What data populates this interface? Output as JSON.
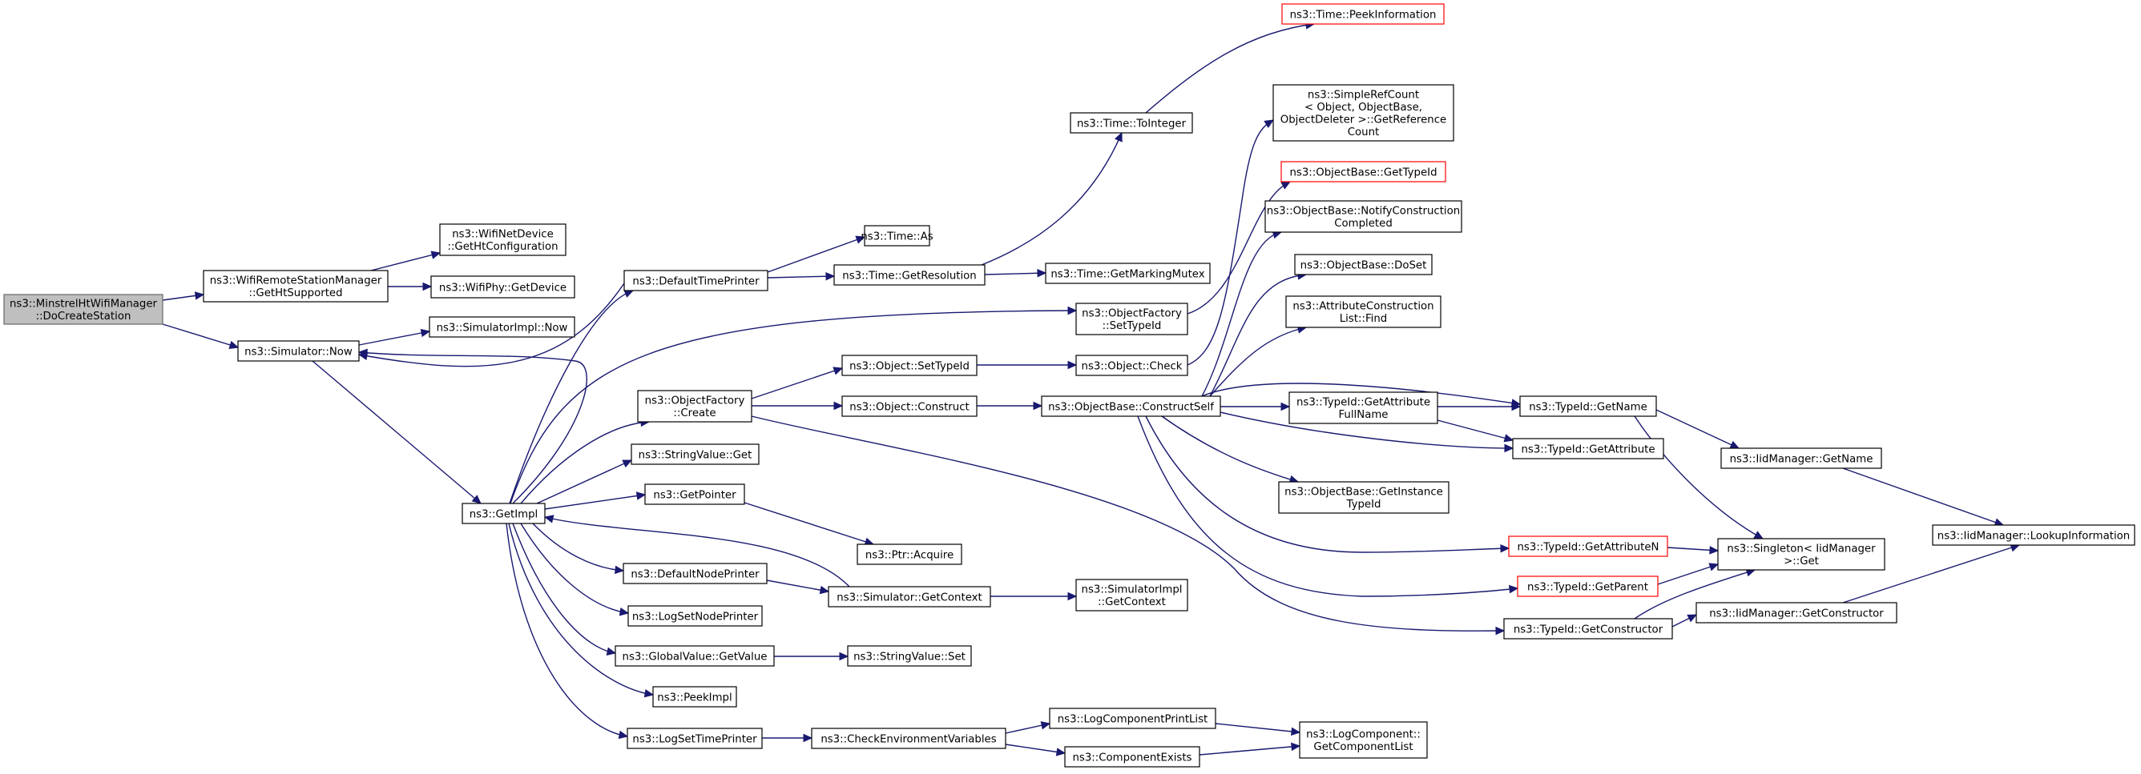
{
  "graph": {
    "nodes": [
      {
        "id": "root",
        "lines": [
          "ns3::MinstrelHtWifiManager",
          "::DoCreateStation"
        ],
        "style": "root"
      },
      {
        "id": "getHtSupported",
        "lines": [
          "ns3::WifiRemoteStationManager",
          "::GetHtSupported"
        ]
      },
      {
        "id": "getHtConfig",
        "lines": [
          "ns3::WifiNetDevice",
          "::GetHtConfiguration"
        ]
      },
      {
        "id": "phyGetDevice",
        "lines": [
          "ns3::WifiPhy::GetDevice"
        ]
      },
      {
        "id": "simNow",
        "lines": [
          "ns3::Simulator::Now"
        ]
      },
      {
        "id": "simImplNow",
        "lines": [
          "ns3::SimulatorImpl::Now"
        ]
      },
      {
        "id": "getImpl",
        "lines": [
          "ns3::GetImpl"
        ]
      },
      {
        "id": "defaultTimePrinter",
        "lines": [
          "ns3::DefaultTimePrinter"
        ]
      },
      {
        "id": "timeAs",
        "lines": [
          "ns3::Time::As"
        ]
      },
      {
        "id": "timeGetResolution",
        "lines": [
          "ns3::Time::GetResolution"
        ]
      },
      {
        "id": "timeGetMarkingMutex",
        "lines": [
          "ns3::Time::GetMarkingMutex"
        ]
      },
      {
        "id": "timeToInteger",
        "lines": [
          "ns3::Time::ToInteger"
        ]
      },
      {
        "id": "timePeekInformation",
        "lines": [
          "ns3::Time::PeekInformation"
        ],
        "style": "trunc"
      },
      {
        "id": "objFactorySetTypeId",
        "lines": [
          "ns3::ObjectFactory",
          "::SetTypeId"
        ]
      },
      {
        "id": "objFactoryCreate",
        "lines": [
          "ns3::ObjectFactory",
          "::Create"
        ]
      },
      {
        "id": "objectSetTypeId",
        "lines": [
          "ns3::Object::SetTypeId"
        ]
      },
      {
        "id": "objectCheck",
        "lines": [
          "ns3::Object::Check"
        ]
      },
      {
        "id": "objectConstruct",
        "lines": [
          "ns3::Object::Construct"
        ]
      },
      {
        "id": "constructSelf",
        "lines": [
          "ns3::ObjectBase::ConstructSelf"
        ]
      },
      {
        "id": "simpleRefCount",
        "lines": [
          "ns3::SimpleRefCount",
          "< Object, ObjectBase,",
          "ObjectDeleter >::GetReference",
          "Count"
        ]
      },
      {
        "id": "objBaseGetTypeId",
        "lines": [
          "ns3::ObjectBase::GetTypeId"
        ],
        "style": "trunc"
      },
      {
        "id": "notifyConstruction",
        "lines": [
          "ns3::ObjectBase::NotifyConstruction",
          "Completed"
        ]
      },
      {
        "id": "objBaseDoSet",
        "lines": [
          "ns3::ObjectBase::DoSet"
        ]
      },
      {
        "id": "attrConstructionFind",
        "lines": [
          "ns3::AttributeConstruction",
          "List::Find"
        ]
      },
      {
        "id": "getAttributeFullName",
        "lines": [
          "ns3::TypeId::GetAttribute",
          "FullName"
        ]
      },
      {
        "id": "getInstanceTypeId",
        "lines": [
          "ns3::ObjectBase::GetInstance",
          "TypeId"
        ]
      },
      {
        "id": "typeIdGetName",
        "lines": [
          "ns3::TypeId::GetName"
        ]
      },
      {
        "id": "typeIdGetAttribute",
        "lines": [
          "ns3::TypeId::GetAttribute"
        ]
      },
      {
        "id": "typeIdGetAttributeN",
        "lines": [
          "ns3::TypeId::GetAttributeN"
        ],
        "style": "trunc"
      },
      {
        "id": "typeIdGetParent",
        "lines": [
          "ns3::TypeId::GetParent"
        ],
        "style": "trunc"
      },
      {
        "id": "typeIdGetConstructor",
        "lines": [
          "ns3::TypeId::GetConstructor"
        ]
      },
      {
        "id": "iidGetName",
        "lines": [
          "ns3::IidManager::GetName"
        ]
      },
      {
        "id": "singletonGet",
        "lines": [
          "ns3::Singleton< IidManager",
          ">::Get"
        ]
      },
      {
        "id": "iidGetConstructor",
        "lines": [
          "ns3::IidManager::GetConstructor"
        ]
      },
      {
        "id": "iidLookup",
        "lines": [
          "ns3::IidManager::LookupInformation"
        ]
      },
      {
        "id": "stringValueGet",
        "lines": [
          "ns3::StringValue::Get"
        ]
      },
      {
        "id": "getPointer",
        "lines": [
          "ns3::GetPointer"
        ]
      },
      {
        "id": "ptrAcquire",
        "lines": [
          "ns3::Ptr::Acquire"
        ]
      },
      {
        "id": "defaultNodePrinter",
        "lines": [
          "ns3::DefaultNodePrinter"
        ]
      },
      {
        "id": "simGetContext",
        "lines": [
          "ns3::Simulator::GetContext"
        ]
      },
      {
        "id": "simImplGetContext",
        "lines": [
          "ns3::SimulatorImpl",
          "::GetContext"
        ]
      },
      {
        "id": "logSetNodePrinter",
        "lines": [
          "ns3::LogSetNodePrinter"
        ]
      },
      {
        "id": "globalValueGetValue",
        "lines": [
          "ns3::GlobalValue::GetValue"
        ]
      },
      {
        "id": "stringValueSet",
        "lines": [
          "ns3::StringValue::Set"
        ]
      },
      {
        "id": "peekImpl",
        "lines": [
          "ns3::PeekImpl"
        ]
      },
      {
        "id": "logSetTimePrinter",
        "lines": [
          "ns3::LogSetTimePrinter"
        ]
      },
      {
        "id": "checkEnvVars",
        "lines": [
          "ns3::CheckEnvironmentVariables"
        ]
      },
      {
        "id": "logComponentPrintList",
        "lines": [
          "ns3::LogComponentPrintList"
        ]
      },
      {
        "id": "componentExists",
        "lines": [
          "ns3::ComponentExists"
        ]
      },
      {
        "id": "logComponentGetList",
        "lines": [
          "ns3::LogComponent::",
          "GetComponentList"
        ]
      }
    ],
    "edges": [
      [
        "root",
        "getHtSupported"
      ],
      [
        "root",
        "simNow"
      ],
      [
        "getHtSupported",
        "getHtConfig"
      ],
      [
        "getHtSupported",
        "phyGetDevice"
      ],
      [
        "simNow",
        "simImplNow"
      ],
      [
        "simNow",
        "getImpl"
      ],
      [
        "getImpl",
        "simNow"
      ],
      [
        "getImpl",
        "defaultTimePrinter"
      ],
      [
        "getImpl",
        "objFactorySetTypeId"
      ],
      [
        "getImpl",
        "objFactoryCreate"
      ],
      [
        "getImpl",
        "stringValueGet"
      ],
      [
        "getImpl",
        "getPointer"
      ],
      [
        "getImpl",
        "defaultNodePrinter"
      ],
      [
        "getImpl",
        "logSetNodePrinter"
      ],
      [
        "getImpl",
        "globalValueGetValue"
      ],
      [
        "getImpl",
        "peekImpl"
      ],
      [
        "getImpl",
        "logSetTimePrinter"
      ],
      [
        "defaultTimePrinter",
        "simNow"
      ],
      [
        "defaultTimePrinter",
        "timeAs"
      ],
      [
        "defaultTimePrinter",
        "timeGetResolution"
      ],
      [
        "timeGetResolution",
        "timeGetMarkingMutex"
      ],
      [
        "timeGetResolution",
        "timeToInteger"
      ],
      [
        "timeToInteger",
        "timePeekInformation"
      ],
      [
        "objFactorySetTypeId",
        "objBaseGetTypeId"
      ],
      [
        "objFactoryCreate",
        "objectSetTypeId"
      ],
      [
        "objFactoryCreate",
        "objectConstruct"
      ],
      [
        "objFactoryCreate",
        "typeIdGetConstructor"
      ],
      [
        "objectSetTypeId",
        "objectCheck"
      ],
      [
        "objectCheck",
        "simpleRefCount"
      ],
      [
        "objectConstruct",
        "constructSelf"
      ],
      [
        "constructSelf",
        "typeIdGetName"
      ],
      [
        "constructSelf",
        "notifyConstruction"
      ],
      [
        "constructSelf",
        "objBaseDoSet"
      ],
      [
        "constructSelf",
        "attrConstructionFind"
      ],
      [
        "constructSelf",
        "getAttributeFullName"
      ],
      [
        "constructSelf",
        "typeIdGetAttribute"
      ],
      [
        "constructSelf",
        "getInstanceTypeId"
      ],
      [
        "constructSelf",
        "typeIdGetAttributeN"
      ],
      [
        "constructSelf",
        "typeIdGetParent"
      ],
      [
        "getAttributeFullName",
        "typeIdGetName"
      ],
      [
        "getAttributeFullName",
        "typeIdGetAttribute"
      ],
      [
        "typeIdGetName",
        "iidGetName"
      ],
      [
        "typeIdGetName",
        "singletonGet"
      ],
      [
        "typeIdGetAttributeN",
        "singletonGet"
      ],
      [
        "typeIdGetParent",
        "singletonGet"
      ],
      [
        "typeIdGetConstructor",
        "singletonGet"
      ],
      [
        "typeIdGetConstructor",
        "iidGetConstructor"
      ],
      [
        "iidGetName",
        "iidLookup"
      ],
      [
        "iidGetConstructor",
        "iidLookup"
      ],
      [
        "getPointer",
        "ptrAcquire"
      ],
      [
        "defaultNodePrinter",
        "simGetContext"
      ],
      [
        "simGetContext",
        "getImpl"
      ],
      [
        "simGetContext",
        "simImplGetContext"
      ],
      [
        "globalValueGetValue",
        "stringValueSet"
      ],
      [
        "logSetTimePrinter",
        "checkEnvVars"
      ],
      [
        "checkEnvVars",
        "logComponentPrintList"
      ],
      [
        "checkEnvVars",
        "componentExists"
      ],
      [
        "logComponentPrintList",
        "logComponentGetList"
      ],
      [
        "componentExists",
        "logComponentGetList"
      ]
    ]
  }
}
